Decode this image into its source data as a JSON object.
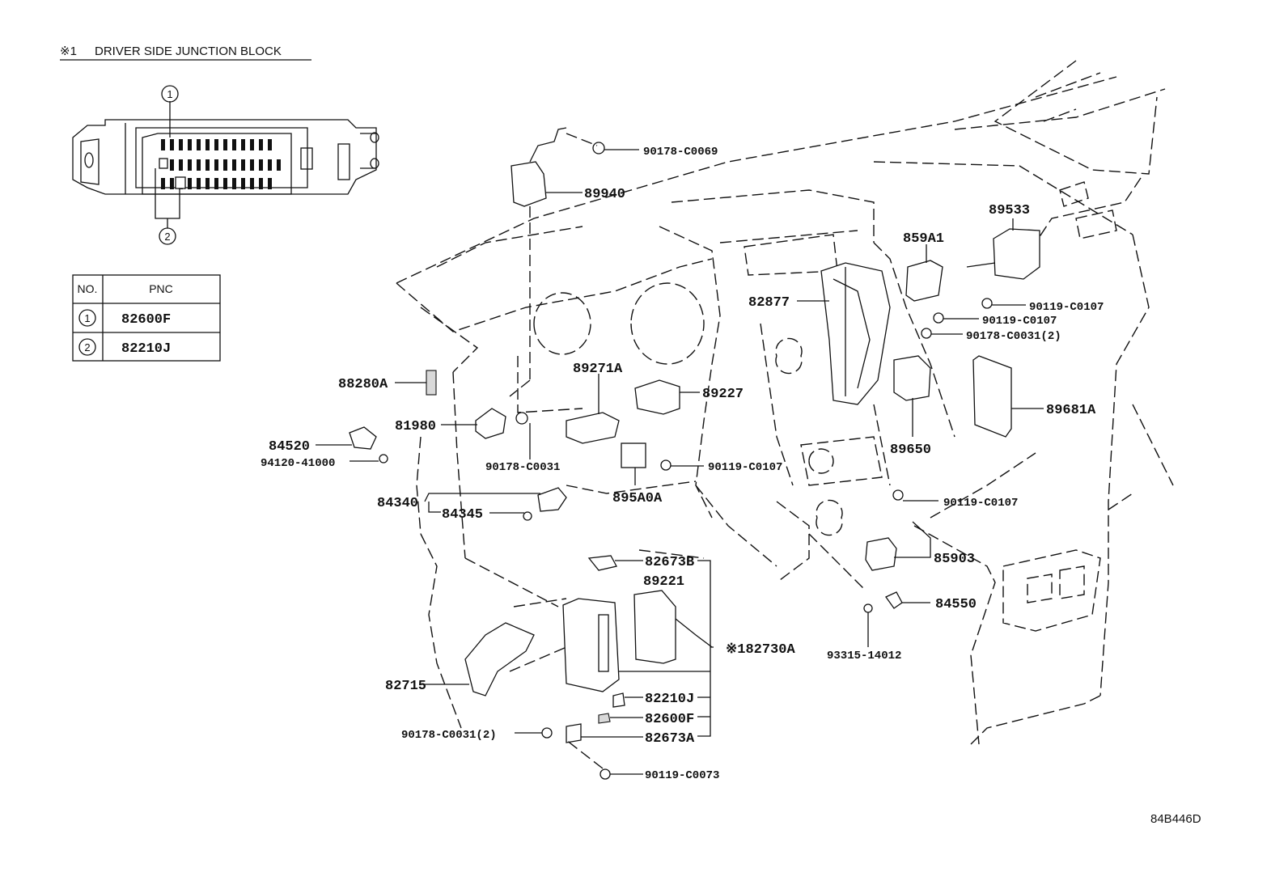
{
  "header": {
    "symbol": "※1",
    "title": "DRIVER SIDE JUNCTION BLOCK"
  },
  "callouts": {
    "c1": "1",
    "c2": "2"
  },
  "table": {
    "headers": [
      "NO.",
      "PNC"
    ],
    "rows": [
      {
        "no": "1",
        "pnc": "82600F"
      },
      {
        "no": "2",
        "pnc": "82210J"
      }
    ]
  },
  "parts": {
    "p90178_C0069": "90178-C0069",
    "p89940": "89940",
    "p89533": "89533",
    "p859A1": "859A1",
    "p82877": "82877",
    "p90119_C0107_a": "90119-C0107",
    "p90119_C0107_b": "90119-C0107",
    "p90178_C0031_2a": "90178-C0031(2)",
    "p89271A": "89271A",
    "p89227": "89227",
    "p89681A": "89681A",
    "p88280A": "88280A",
    "p81980": "81980",
    "p89650": "89650",
    "p84520": "84520",
    "p94120_41000": "94120-41000",
    "p90178_C0031": "90178-C0031",
    "p90119_C0107_c": "90119-C0107",
    "p84340": "84340",
    "p84345": "84345",
    "p895A0A": "895A0A",
    "p90119_C0107_d": "90119-C0107",
    "p85903": "85903",
    "p82673B": "82673B",
    "p89221": "89221",
    "p84550": "84550",
    "p82730A": "※182730A",
    "p93315_14012": "93315-14012",
    "p82715": "82715",
    "p82210J": "82210J",
    "p82600F": "82600F",
    "p90178_C0031_2b": "90178-C0031(2)",
    "p82673A": "82673A",
    "p90119_C0073": "90119-C0073"
  },
  "footer": {
    "code": "84B446D"
  }
}
